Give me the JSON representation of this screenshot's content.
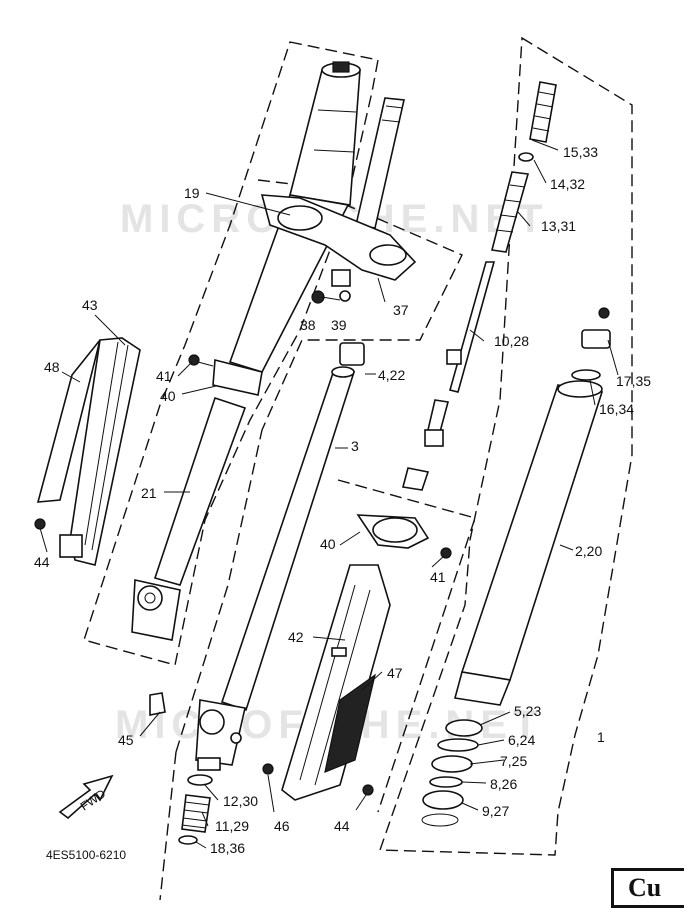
{
  "watermark": "MICROFICHE.NET",
  "diagram_code": "4ES5100-6210",
  "fwd_label": "FWD",
  "page_tab": "Cu",
  "callouts": [
    {
      "id": "c-19",
      "text": "19"
    },
    {
      "id": "c-43",
      "text": "43"
    },
    {
      "id": "c-48",
      "text": "48"
    },
    {
      "id": "c-41a",
      "text": "41"
    },
    {
      "id": "c-40a",
      "text": "40"
    },
    {
      "id": "c-21",
      "text": "21"
    },
    {
      "id": "c-44a",
      "text": "44"
    },
    {
      "id": "c-38",
      "text": "38"
    },
    {
      "id": "c-39",
      "text": "39"
    },
    {
      "id": "c-37",
      "text": "37"
    },
    {
      "id": "c-4-22",
      "text": "4,22"
    },
    {
      "id": "c-3",
      "text": "3"
    },
    {
      "id": "c-40b",
      "text": "40"
    },
    {
      "id": "c-41b",
      "text": "41"
    },
    {
      "id": "c-42",
      "text": "42"
    },
    {
      "id": "c-47",
      "text": "47"
    },
    {
      "id": "c-45",
      "text": "45"
    },
    {
      "id": "c-12-30",
      "text": "12,30"
    },
    {
      "id": "c-11-29",
      "text": "11,29"
    },
    {
      "id": "c-46",
      "text": "46"
    },
    {
      "id": "c-44b",
      "text": "44"
    },
    {
      "id": "c-18-36",
      "text": "18,36"
    },
    {
      "id": "c-15-33",
      "text": "15,33"
    },
    {
      "id": "c-14-32",
      "text": "14,32"
    },
    {
      "id": "c-13-31",
      "text": "13,31"
    },
    {
      "id": "c-10-28",
      "text": "10,28"
    },
    {
      "id": "c-17-35",
      "text": "17,35"
    },
    {
      "id": "c-16-34",
      "text": "16,34"
    },
    {
      "id": "c-2-20",
      "text": "2,20"
    },
    {
      "id": "c-5-23",
      "text": "5,23"
    },
    {
      "id": "c-6-24",
      "text": "6,24"
    },
    {
      "id": "c-1",
      "text": "1"
    },
    {
      "id": "c-7-25",
      "text": "7,25"
    },
    {
      "id": "c-8-26",
      "text": "8,26"
    },
    {
      "id": "c-9-27",
      "text": "9,27"
    }
  ]
}
